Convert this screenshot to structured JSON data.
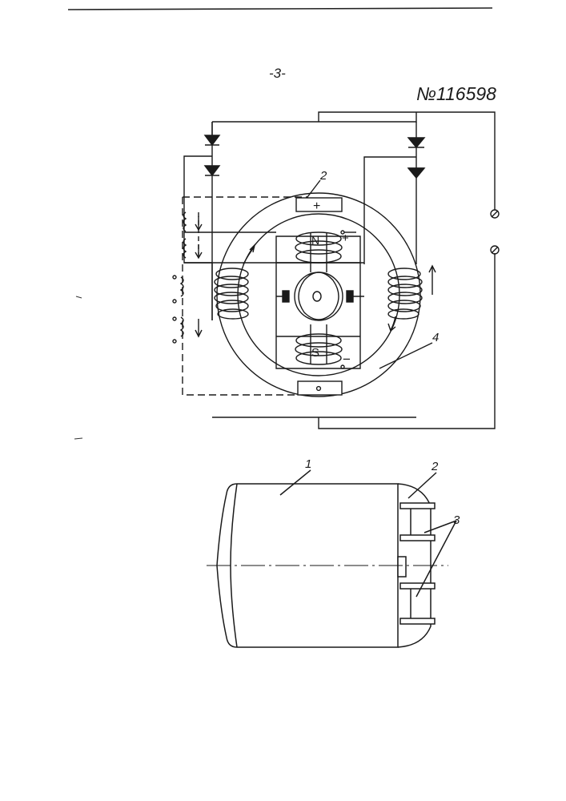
{
  "header": {
    "page_number": "-3-",
    "patent_number": "№116598"
  },
  "figure1": {
    "callouts": {
      "top_brush": "2",
      "ring": "4"
    },
    "rotor_poles": {
      "north": "N",
      "south": "S"
    },
    "brush_signs": {
      "top_plus": "+",
      "rotor_plus": "+",
      "rotor_minus": "−"
    }
  },
  "figure2": {
    "callouts": {
      "body": "1",
      "end_cap": "2",
      "brushes": "3"
    }
  }
}
